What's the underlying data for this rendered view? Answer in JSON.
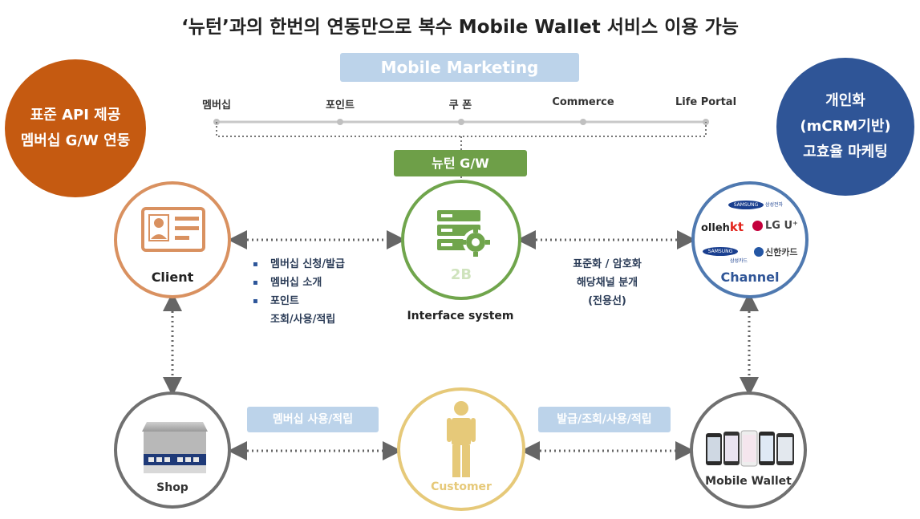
{
  "title": "‘뉴턴’과의 한번의 연동만으로 복수 Mobile Wallet 서비스 이용 가능",
  "marketing": {
    "banner": "Mobile Marketing",
    "items": [
      "멤버십",
      "포인트",
      "쿠 폰",
      "Commerce",
      "Life Portal"
    ]
  },
  "gateway_label": "뉴턴 G/W",
  "left_circle": {
    "lines": [
      "표준 API 제공",
      "멤버십 G/W 연동"
    ],
    "color": "#c55a11"
  },
  "right_circle": {
    "lines": [
      "개인화",
      "(mCRM기반)",
      "고효율 마케팅"
    ],
    "color": "#2f5597"
  },
  "center": {
    "icon_text": "2B",
    "label": "Interface system",
    "color": "#70a54c"
  },
  "client": {
    "label": "Client",
    "color": "#d99160"
  },
  "channel": {
    "label": "Channel",
    "color": "#4f79b0",
    "logos": [
      "SAMSUNG",
      "삼성전자",
      "olleh",
      "kt",
      "LG U⁺",
      "SAMSUNG",
      "삼성카드",
      "신한카드"
    ]
  },
  "client_bullets": [
    "멤버십 신청/발급",
    "멤버십 소개",
    "포인트",
    "조회/사용/적립"
  ],
  "channel_text": [
    "표준화 / 암호화",
    "해당채널 분개",
    "(전용선)"
  ],
  "shop": {
    "label": "Shop",
    "color": "#707070"
  },
  "customer": {
    "label": "Customer",
    "color": "#e6c979"
  },
  "wallet": {
    "label": "Mobile Wallet",
    "color": "#707070"
  },
  "pill_left": "멤버십 사용/적립",
  "pill_right": "발급/조회/사용/적립"
}
